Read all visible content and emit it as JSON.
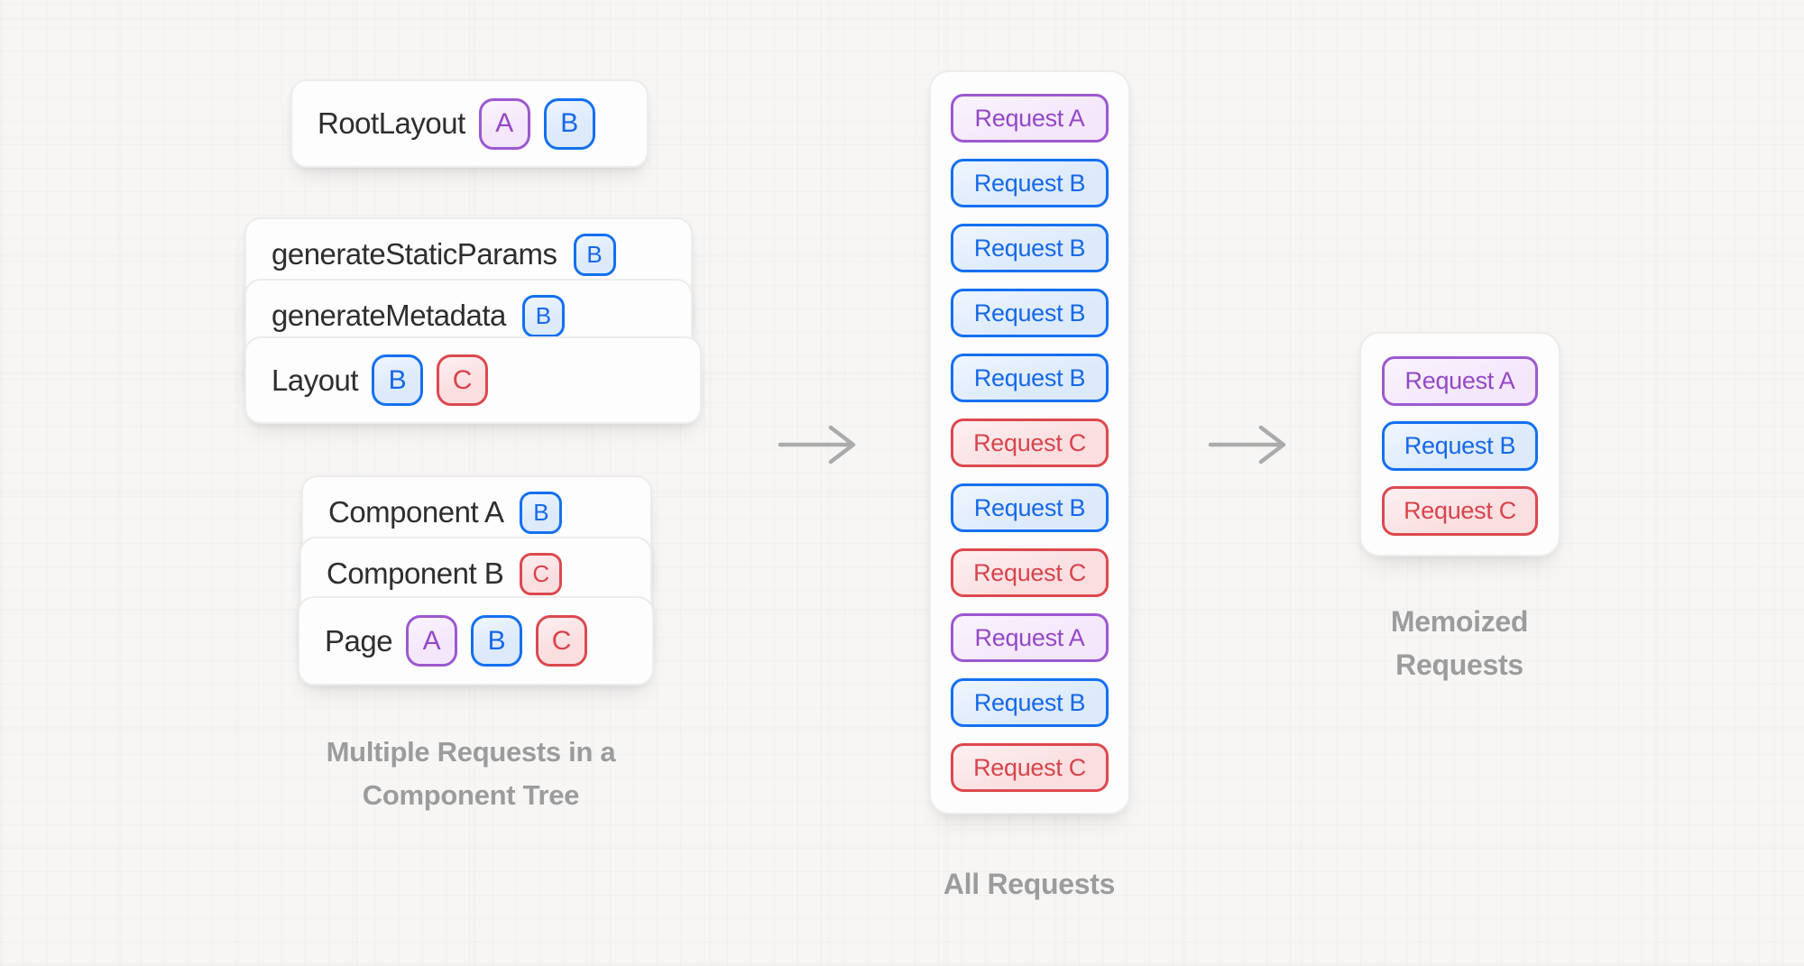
{
  "palette": {
    "purple": {
      "border": "#9c59cf",
      "bg": "#f4e7fb",
      "text": "#9448c6"
    },
    "blue": {
      "border": "#1470f0",
      "bg": "#dceafc",
      "text": "#1668ea"
    },
    "red": {
      "border": "#dc494f",
      "bg": "#fadee0",
      "text": "#d8444c"
    }
  },
  "colors": {
    "background": "#f7f6f5",
    "grid_a": "rgba(120,110,100,0.035)",
    "grid_b": "rgba(120,110,100,0.018)",
    "card_bg": "#fdfdfd",
    "card_border": "#edecea",
    "label": "#2e2e2e",
    "caption": "#9c9c9c",
    "arrow": "#ababab"
  },
  "badge_variants": {
    "A": "purple",
    "B": "blue",
    "C": "red"
  },
  "component_tree": {
    "root_card": {
      "label": "RootLayout",
      "badges": [
        "A",
        "B"
      ]
    },
    "middle_stack": [
      {
        "label": "generateStaticParams",
        "badges": [
          "B"
        ]
      },
      {
        "label": "generateMetadata",
        "badges": [
          "B"
        ]
      },
      {
        "label": "Layout",
        "badges": [
          "B",
          "C"
        ]
      }
    ],
    "bottom_stack": [
      {
        "label": "Component A",
        "badges": [
          "B"
        ]
      },
      {
        "label": "Component B",
        "badges": [
          "C"
        ]
      },
      {
        "label": "Page",
        "badges": [
          "A",
          "B",
          "C"
        ]
      }
    ],
    "caption": {
      "line1": "Multiple Requests in a",
      "line2": "Component Tree"
    }
  },
  "all_requests": {
    "caption": "All Requests",
    "items": [
      "Request A",
      "Request B",
      "Request B",
      "Request B",
      "Request B",
      "Request C",
      "Request B",
      "Request C",
      "Request A",
      "Request B",
      "Request C"
    ]
  },
  "memoized_requests": {
    "caption": {
      "line1": "Memoized",
      "line2": "Requests"
    },
    "items": [
      "Request A",
      "Request B",
      "Request C"
    ]
  }
}
